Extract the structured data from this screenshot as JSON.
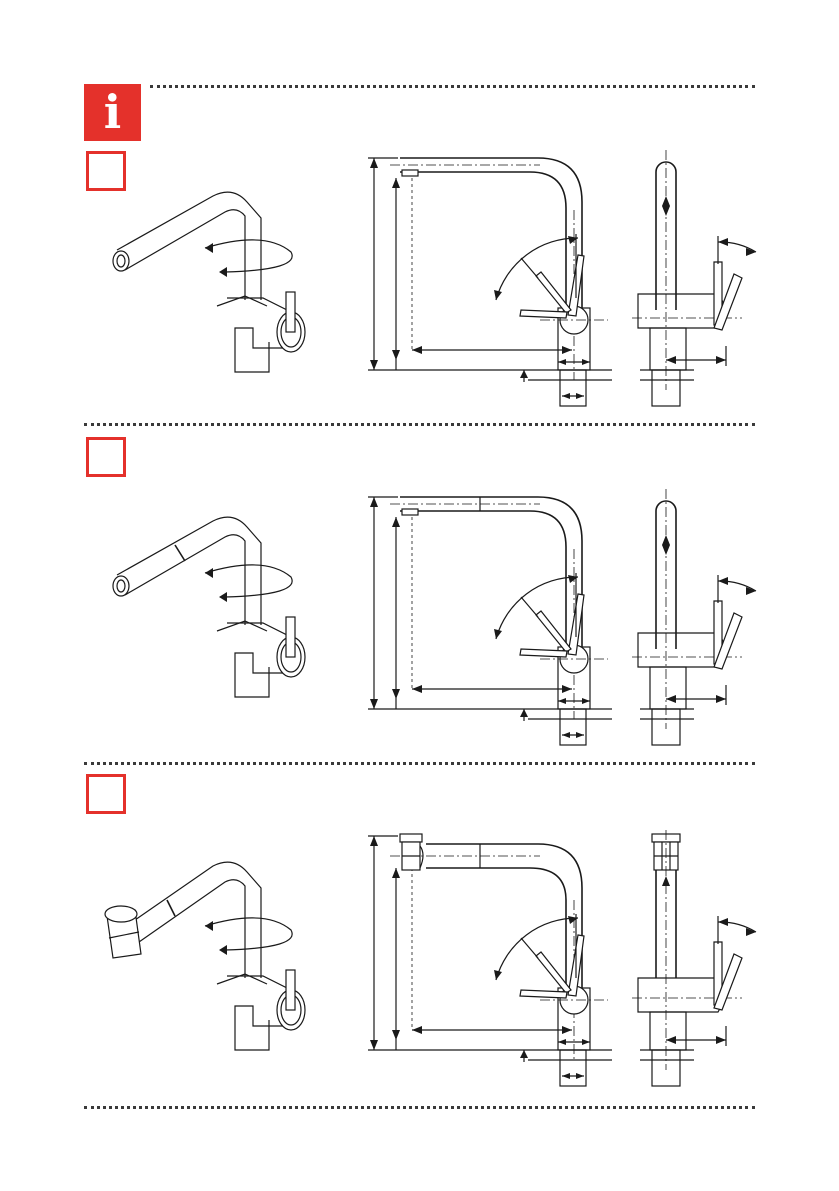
{
  "header": {
    "icon": "info-icon",
    "icon_glyph": "i",
    "accent_color": "#e4312b"
  },
  "variants": [
    {
      "id": "variant-1",
      "box_label": ""
    },
    {
      "id": "variant-2",
      "box_label": ""
    },
    {
      "id": "variant-3",
      "box_label": ""
    }
  ]
}
